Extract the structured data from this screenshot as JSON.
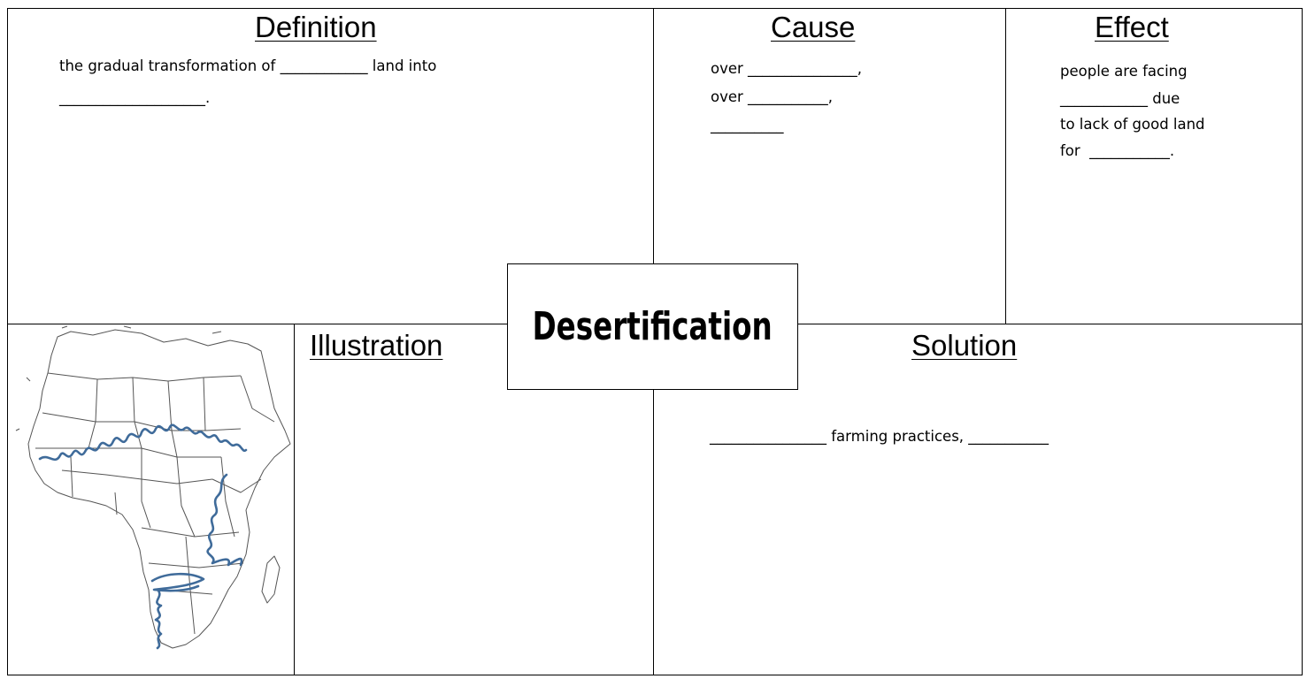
{
  "center": {
    "title": "Desertification"
  },
  "definition": {
    "heading": "Definition",
    "line1": "the gradual transformation of ____________ land into",
    "line2": "____________________."
  },
  "cause": {
    "heading": "Cause",
    "line1": "over _______________,",
    "line2": "over ___________,",
    "line3": "__________"
  },
  "effect": {
    "heading": "Effect",
    "line1": "people are facing",
    "line2": "____________ due",
    "line3": "to lack of good land",
    "line4": "for  ___________."
  },
  "illustration": {
    "heading": "Illustration"
  },
  "solution": {
    "heading": "Solution",
    "line1": "________________ farming practices, ___________"
  },
  "colors": {
    "border": "#000000",
    "map_outline": "#555555",
    "desertification_marker": "#3f6b9a"
  },
  "icons": {
    "map": "africa-outline-map"
  }
}
